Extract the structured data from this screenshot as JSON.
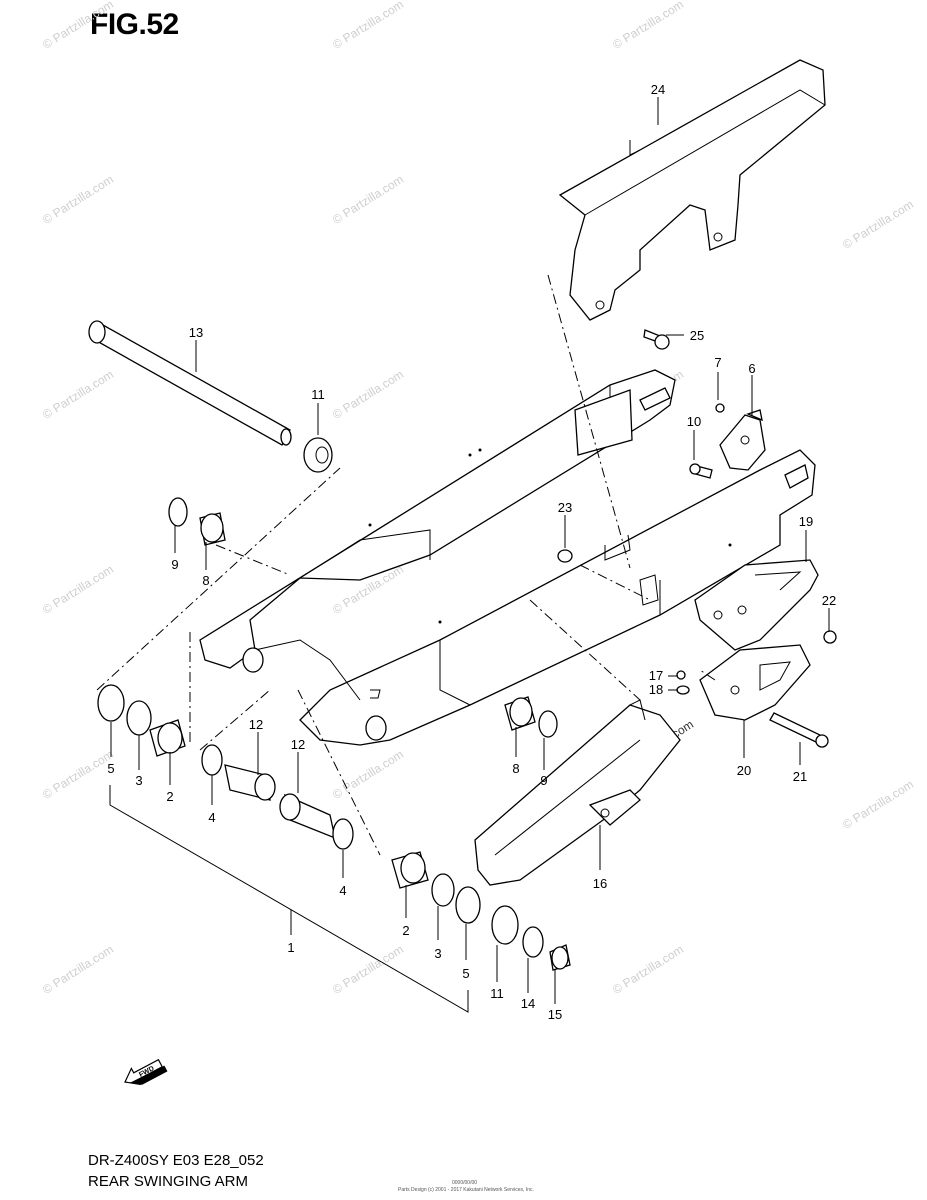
{
  "figure": {
    "title": "FIG.52",
    "model_code": "DR-Z400SY E03 E28_052",
    "name": "REAR SWINGING ARM",
    "print_code": "0000/00/00",
    "print_line": "Parts Design (c) 2001 - 2017 Kakutani Network Services, Inc."
  },
  "watermark": "© Partzilla.com",
  "fwd_arrow": "FWD",
  "callouts": {
    "c1": "1",
    "c2a": "2",
    "c2b": "2",
    "c3a": "3",
    "c3b": "3",
    "c4a": "4",
    "c4b": "4",
    "c5a": "5",
    "c5b": "5",
    "c6": "6",
    "c7": "7",
    "c8a": "8",
    "c8b": "8",
    "c9a": "9",
    "c9b": "9",
    "c10": "10",
    "c11a": "11",
    "c11b": "11",
    "c12a": "12",
    "c12b": "12",
    "c13": "13",
    "c14": "14",
    "c15": "15",
    "c16": "16",
    "c17": "17",
    "c18": "18",
    "c19": "19",
    "c20": "20",
    "c21": "21",
    "c22": "22",
    "c23": "23",
    "c24": "24",
    "c25": "25"
  }
}
